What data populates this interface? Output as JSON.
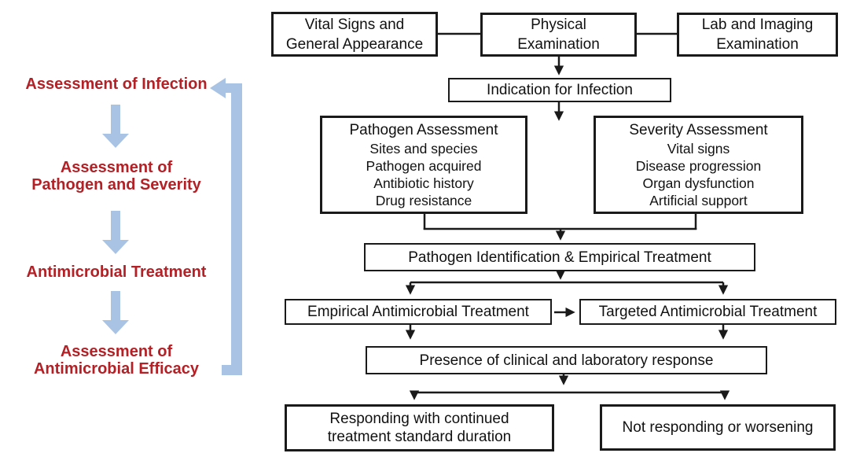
{
  "palette": {
    "stage_text_red": "#B32025",
    "cycle_arrow_blue": "#A9C3E5",
    "box_border_black": "#1a1a1a",
    "background": "#ffffff"
  },
  "sidebar": {
    "steps": [
      {
        "lines": [
          "Assessment of Infection"
        ]
      },
      {
        "lines": [
          "Assessment of",
          "Pathogen and Severity"
        ]
      },
      {
        "lines": [
          "Antimicrobial Treatment"
        ]
      },
      {
        "lines": [
          "Assessment of",
          "Antimicrobial Efficacy"
        ]
      }
    ]
  },
  "flowchart": {
    "vital_signs": {
      "lines": [
        "Vital Signs and",
        "General Appearance"
      ]
    },
    "physical_exam": {
      "lines": [
        "Physical",
        "Examination"
      ]
    },
    "lab_imaging": {
      "lines": [
        "Lab and Imaging",
        "Examination"
      ]
    },
    "indication": {
      "lines": [
        "Indication for Infection"
      ]
    },
    "pathogen_assessment": {
      "title": "Pathogen Assessment",
      "items": [
        "Sites and species",
        "Pathogen acquired",
        "Antibiotic history",
        "Drug resistance"
      ]
    },
    "severity_assessment": {
      "title": "Severity Assessment",
      "items": [
        "Vital signs",
        "Disease progression",
        "Organ dysfunction",
        "Artificial support"
      ]
    },
    "pathogen_id": {
      "lines": [
        "Pathogen Identification & Empirical Treatment"
      ]
    },
    "empirical": {
      "lines": [
        "Empirical Antimicrobial Treatment"
      ]
    },
    "targeted": {
      "lines": [
        "Targeted Antimicrobial Treatment"
      ]
    },
    "response": {
      "lines": [
        "Presence of clinical and laboratory response"
      ]
    },
    "responding": {
      "lines": [
        "Responding with continued",
        "treatment standard duration"
      ]
    },
    "not_responding": {
      "lines": [
        "Not responding or worsening"
      ]
    }
  }
}
